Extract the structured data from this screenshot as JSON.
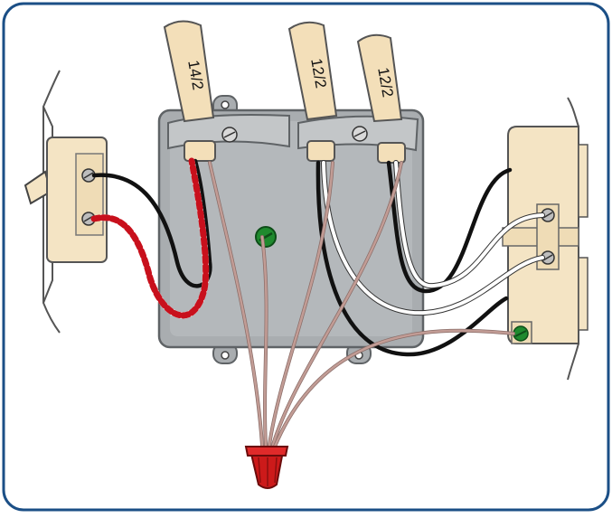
{
  "cables": [
    {
      "label": "14/2"
    },
    {
      "label": "12/2"
    },
    {
      "label": "12/2"
    }
  ],
  "colors": {
    "frame": "#1b4f86",
    "box_fill": "#a9adb0",
    "box_stroke": "#5f6366",
    "cable_sheath": "#f3dfb9",
    "device_body": "#f4e4c4",
    "wire_black": "#111111",
    "wire_white": "#ffffff",
    "wire_bare": "#c29c95",
    "tape_red": "#c8101c",
    "connector_red": "#cc1a1a",
    "ground_green": "#1f8a2e"
  },
  "icons": {
    "box_ground_screw": "ground-screw-icon",
    "wire_nut": "wire-nut-icon",
    "terminal_screw": "terminal-screw-icon"
  }
}
